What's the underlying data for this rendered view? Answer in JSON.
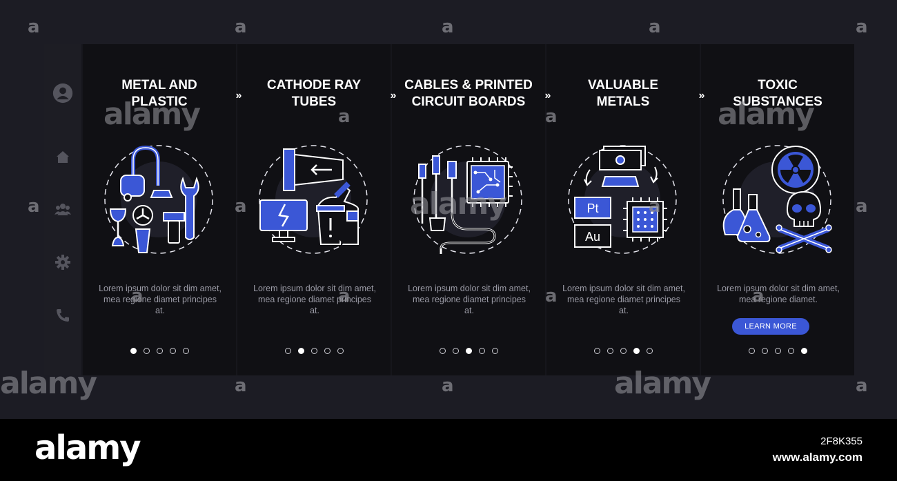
{
  "cards": [
    {
      "title": "METAL AND\nPLASTIC",
      "text": "Lorem ipsum dolor sit dim amet, mea regione diamet principes at.",
      "active_step": 0
    },
    {
      "title": "CATHODE RAY\nTUBES",
      "text": "Lorem ipsum dolor sit dim amet, mea regione diamet principes at.",
      "active_step": 1
    },
    {
      "title": "CABLES & PRINTED\nCIRCUIT BOARDS",
      "text": "Lorem ipsum dolor sit dim amet, mea regione diamet principes at.",
      "active_step": 2
    },
    {
      "title": "VALUABLE\nMETALS",
      "text": "Lorem ipsum dolor sit dim amet, mea regione diamet principes at.",
      "active_step": 3,
      "label_pt": "Pt",
      "label_au": "Au"
    },
    {
      "title": "TOXIC\nSUBSTANCES",
      "text": "Lorem ipsum dolor sit dim amet, mea regione diamet.",
      "active_step": 4,
      "button": "LEARN MORE"
    }
  ],
  "step_count": 5,
  "sidebar_icons": [
    "user-icon",
    "home-icon",
    "group-icon",
    "gear-icon",
    "phone-icon"
  ],
  "navigation": {
    "next_glyph": "»"
  },
  "watermark": {
    "small": "a",
    "big": "alamy"
  },
  "footer": {
    "logo": "alamy",
    "image_id": "2F8K355",
    "url": "www.alamy.com"
  },
  "colors": {
    "background": "#1c1c24",
    "card": "#101014",
    "accent": "#3b57d6",
    "text": "#9b9ba6"
  }
}
